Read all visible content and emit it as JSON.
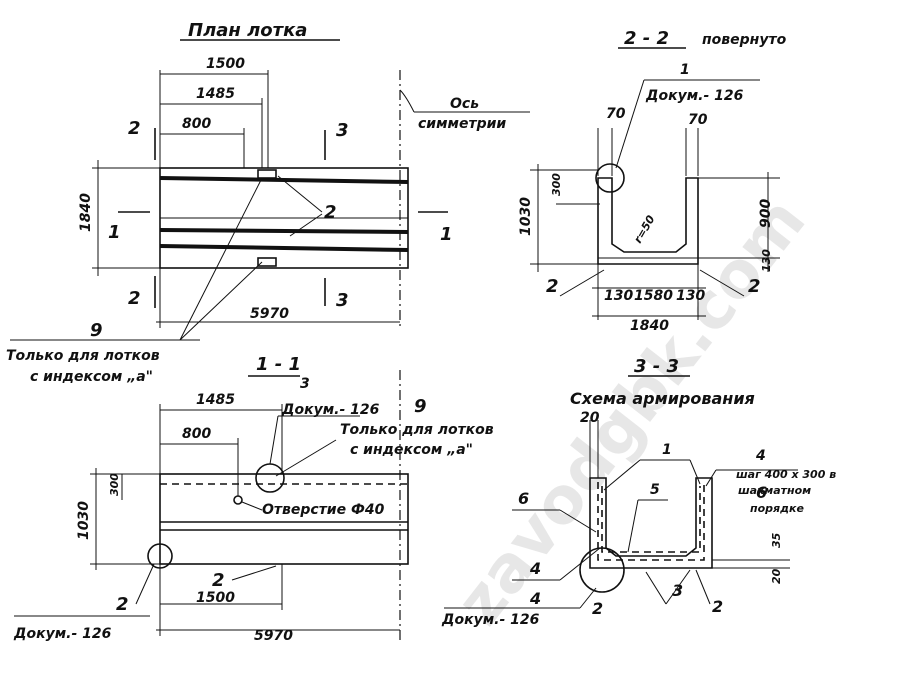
{
  "titles": {
    "plan": "План лотка",
    "section_2_2": "2 - 2",
    "section_2_2_note": "повернуто",
    "section_1_1": "1 - 1",
    "section_3_3": "3 - 3",
    "scheme": "Схема армирования"
  },
  "notes": {
    "axis": "Ось",
    "symmetry": "симметрии",
    "only_for": "Только для лотков",
    "with_index": "с индексом „а\"",
    "dokum": "Докум.- 126",
    "hole": "Отверстие Ф40",
    "step": "шаг 400 x 300 в",
    "checker": "шахматном",
    "order": "порядке"
  },
  "dims": {
    "d1500": "1500",
    "d1485": "1485",
    "d800": "800",
    "d1840": "1840",
    "d5970": "5970",
    "d70": "70",
    "d300": "300",
    "d1030": "1030",
    "d900": "900",
    "d130": "130",
    "d1580": "1580",
    "d20": "20",
    "d35": "35",
    "r50": "r=50"
  },
  "marks": {
    "m1": "1",
    "m2": "2",
    "m3": "3",
    "m4": "4",
    "m5": "5",
    "m6": "6",
    "m9": "9"
  },
  "watermark": "zavodgbk.com"
}
